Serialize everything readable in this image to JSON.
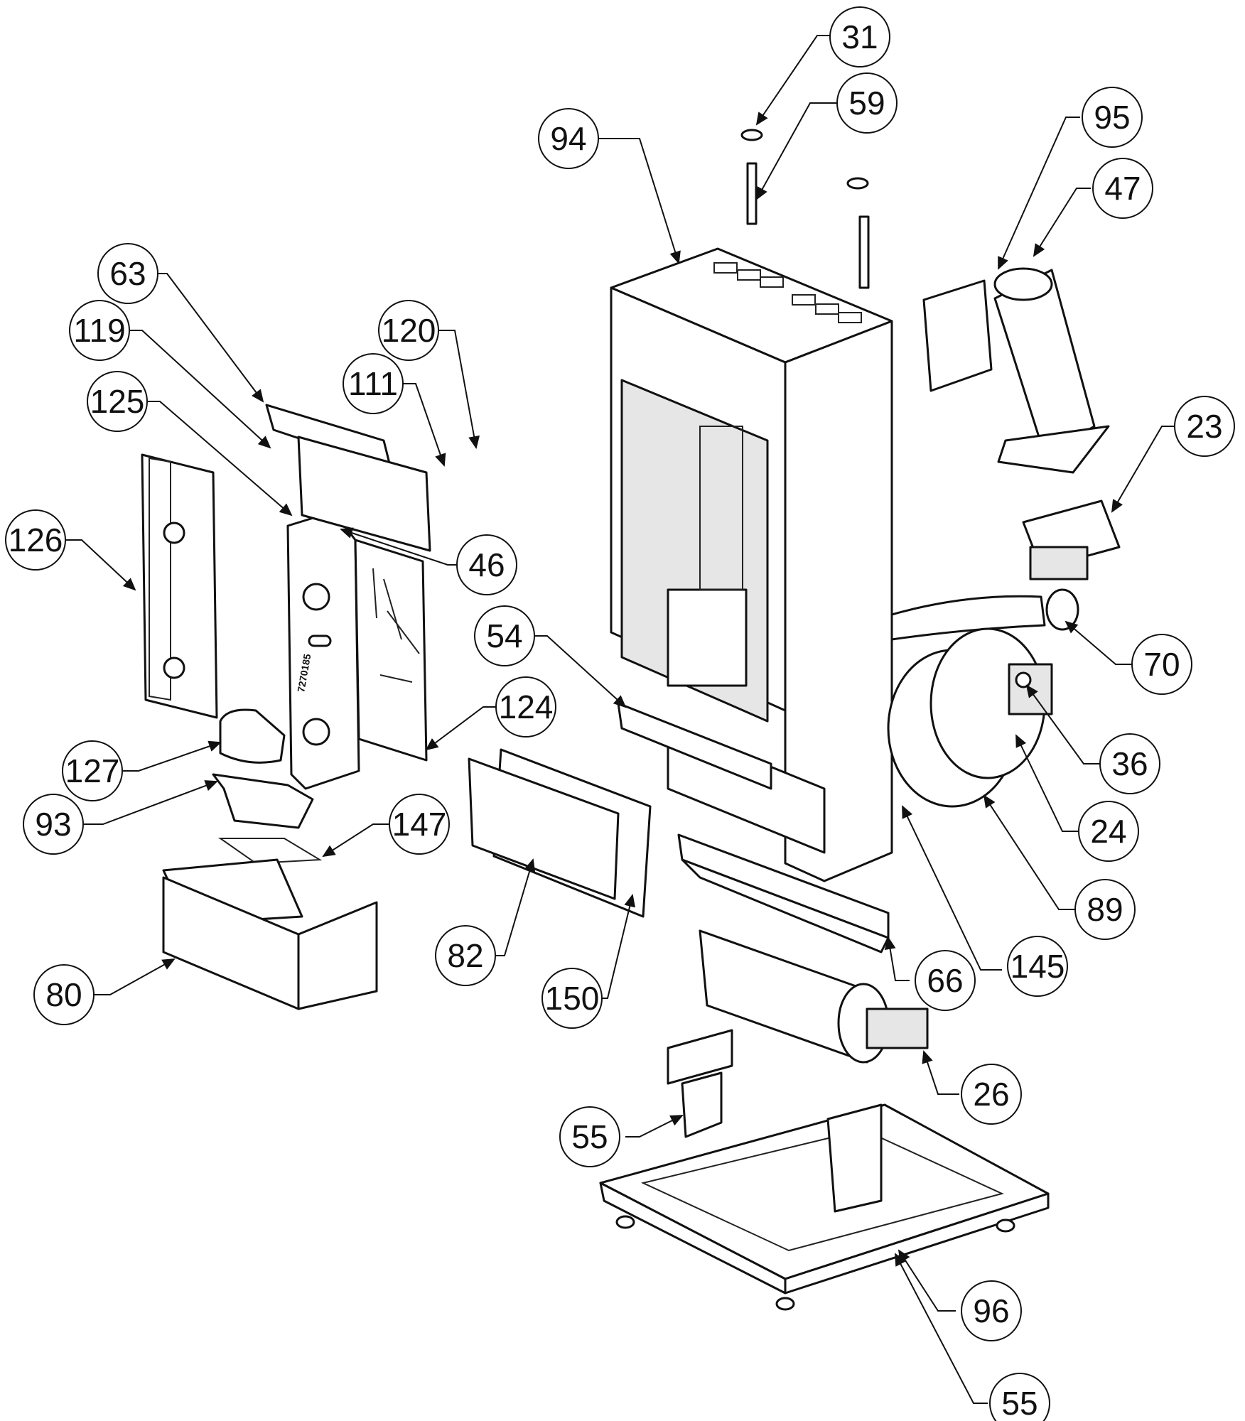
{
  "callouts": [
    {
      "id": "c31",
      "label": "31"
    },
    {
      "id": "c59",
      "label": "59"
    },
    {
      "id": "c94",
      "label": "94"
    },
    {
      "id": "c95",
      "label": "95"
    },
    {
      "id": "c47",
      "label": "47"
    },
    {
      "id": "c63",
      "label": "63"
    },
    {
      "id": "c119",
      "label": "119"
    },
    {
      "id": "c120",
      "label": "120"
    },
    {
      "id": "c111",
      "label": "111"
    },
    {
      "id": "c125",
      "label": "125"
    },
    {
      "id": "c23",
      "label": "23"
    },
    {
      "id": "c126",
      "label": "126"
    },
    {
      "id": "c46",
      "label": "46"
    },
    {
      "id": "c54",
      "label": "54"
    },
    {
      "id": "c70",
      "label": "70"
    },
    {
      "id": "c124",
      "label": "124"
    },
    {
      "id": "c36",
      "label": "36"
    },
    {
      "id": "c127",
      "label": "127"
    },
    {
      "id": "c93",
      "label": "93"
    },
    {
      "id": "c24",
      "label": "24"
    },
    {
      "id": "c147",
      "label": "147"
    },
    {
      "id": "c89",
      "label": "89"
    },
    {
      "id": "c82",
      "label": "82"
    },
    {
      "id": "c145",
      "label": "145"
    },
    {
      "id": "c66",
      "label": "66"
    },
    {
      "id": "c80",
      "label": "80"
    },
    {
      "id": "c150",
      "label": "150"
    },
    {
      "id": "c26",
      "label": "26"
    },
    {
      "id": "c55a",
      "label": "55"
    },
    {
      "id": "c96",
      "label": "96"
    },
    {
      "id": "c55b",
      "label": "55"
    }
  ],
  "part_stamp": "7270185"
}
